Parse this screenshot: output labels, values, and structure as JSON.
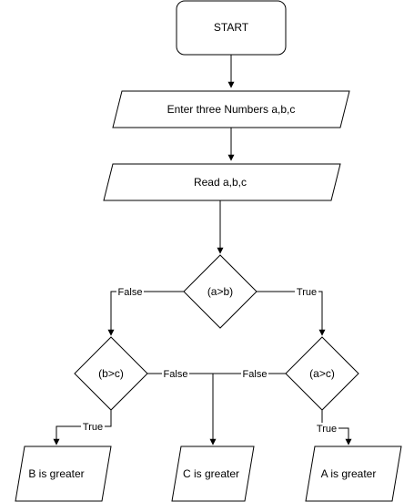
{
  "nodes": {
    "start": "START",
    "input": "Enter three Numbers a,b,c",
    "read": "Read a,b,c",
    "decision_ab": "(a>b)",
    "decision_bc": "(b>c)",
    "decision_ac": "(a>c)",
    "out_b": "B is greater",
    "out_c": "C is greater",
    "out_a": "A is greater"
  },
  "edges": {
    "ab_false": "False",
    "ab_true": "True",
    "bc_true": "True",
    "bc_false": "False",
    "ac_false": "False",
    "ac_true": "True"
  }
}
